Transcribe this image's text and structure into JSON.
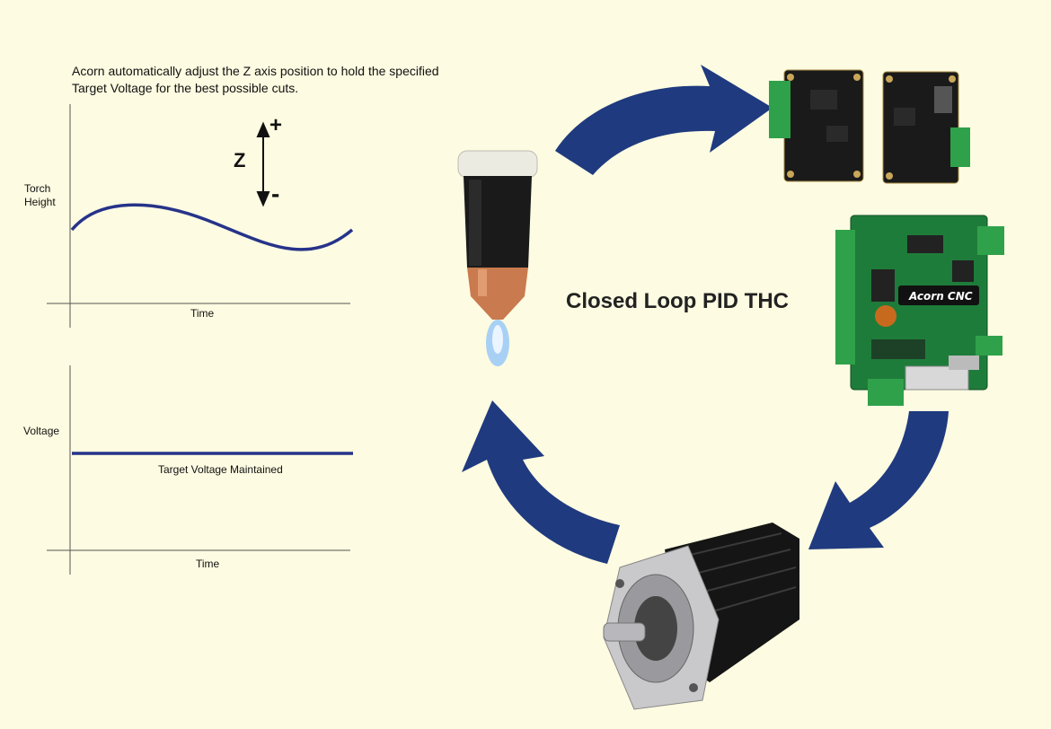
{
  "intro_text": "Acorn automatically adjust the Z axis position to hold the specified Target Voltage for the best possible cuts.",
  "height_chart": {
    "ylabel": "Torch Height",
    "xlabel": "Time",
    "z_label": "Z",
    "plus_label": "+",
    "minus_label": "-"
  },
  "voltage_chart": {
    "ylabel": "Voltage",
    "xlabel": "Time",
    "annotation": "Target Voltage Maintained"
  },
  "title": "Closed Loop PID THC",
  "board_logo": "Acorn CNC",
  "colors": {
    "background": "#fdfbe1",
    "arrow": "#1f3a7f",
    "curve": "#26338a"
  }
}
